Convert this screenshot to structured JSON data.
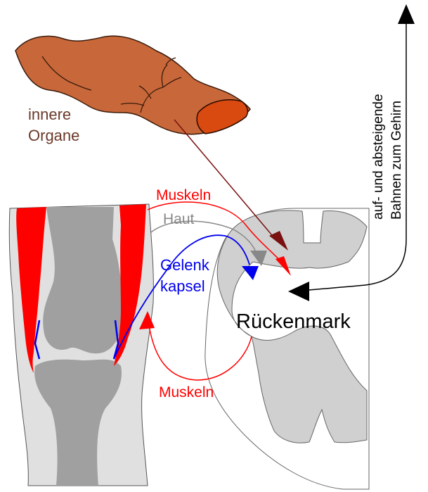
{
  "labels": {
    "organs_line1": "innere",
    "organs_line2": "Organe",
    "muscles_top": "Muskeln",
    "skin": "Haut",
    "capsule_line1": "Gelenk",
    "capsule_line2": "kapsel",
    "spinal_cord": "Rückenmark",
    "muscles_bottom": "Muskeln",
    "pathways_line1": "auf- und absteigende",
    "pathways_line2": "Bahnen zum Gehirn"
  },
  "colors": {
    "organ_fill": "#c8683a",
    "organ_cut": "#d84a10",
    "organ_text": "#6b3a2a",
    "organ_arrow": "#7a1010",
    "muscle": "#ff0000",
    "skin": "#888888",
    "capsule": "#0000ee",
    "bone": "#a0a0a0",
    "tissue": "#e0e0e0",
    "grey_matter": "#d0d0d0",
    "black": "#000000"
  }
}
